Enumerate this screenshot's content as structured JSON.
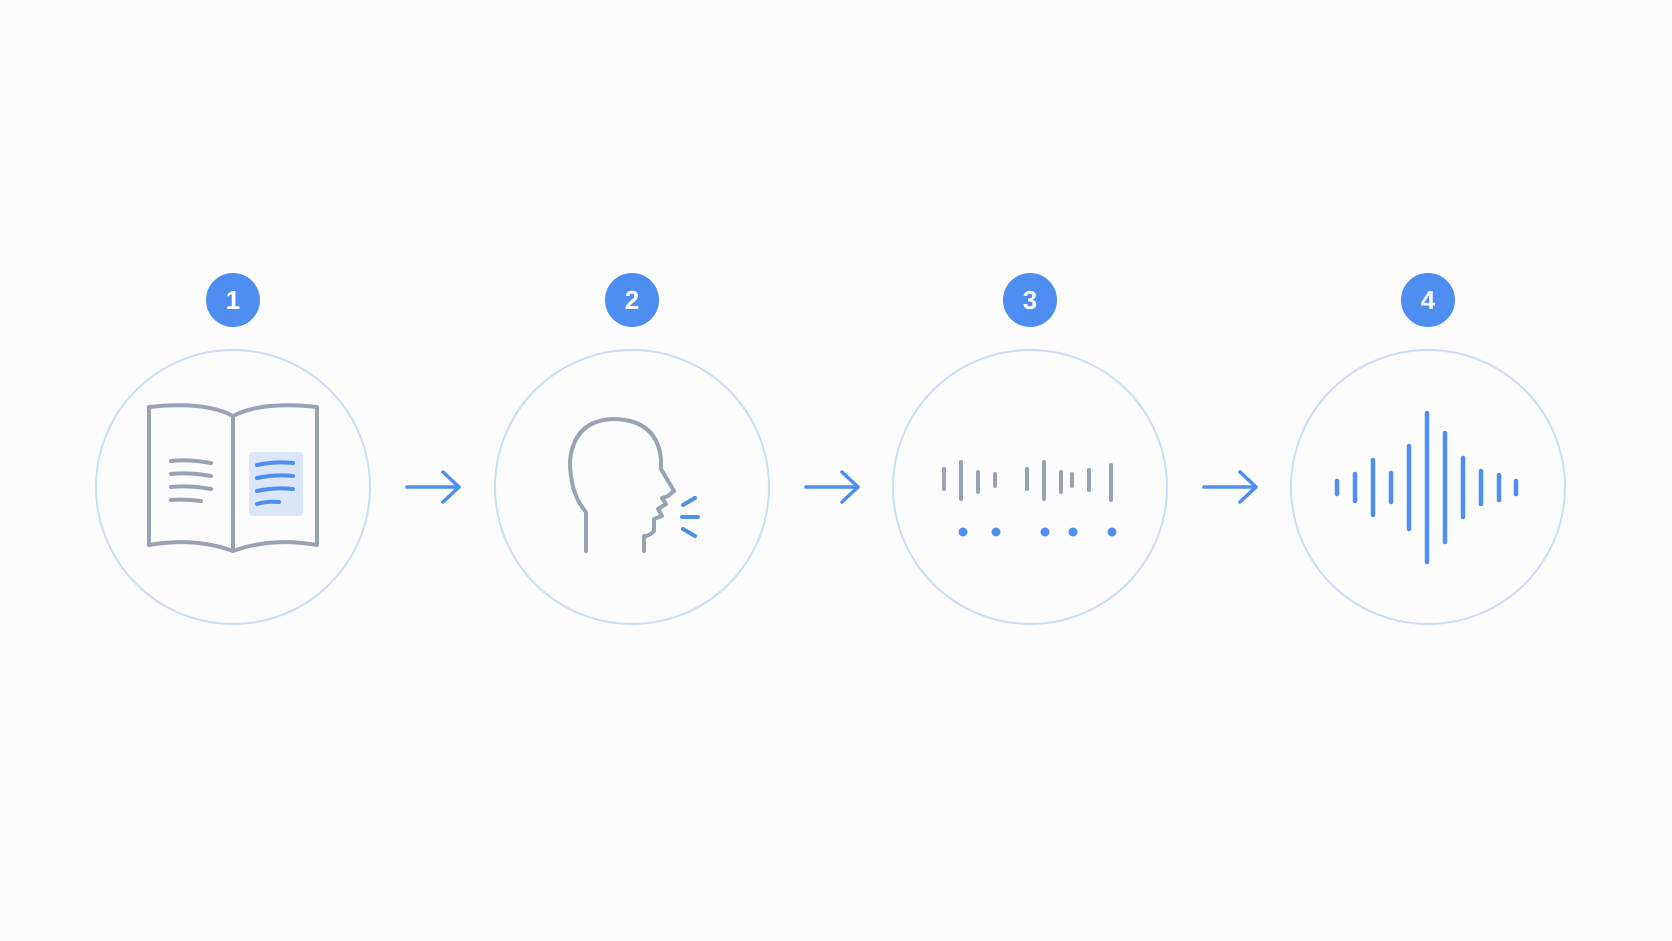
{
  "steps": [
    {
      "number": "1",
      "icon": "open-book-icon"
    },
    {
      "number": "2",
      "icon": "speaking-head-icon"
    },
    {
      "number": "3",
      "icon": "phoneme-bars-icon"
    },
    {
      "number": "4",
      "icon": "audio-waveform-icon"
    }
  ],
  "colors": {
    "accent": "#4e8ef0",
    "icon_gray": "#9aa2b1",
    "circle_border": "#cfdcf6",
    "highlight_fill": "#dbe6fb",
    "background": "#fcfcfd"
  }
}
